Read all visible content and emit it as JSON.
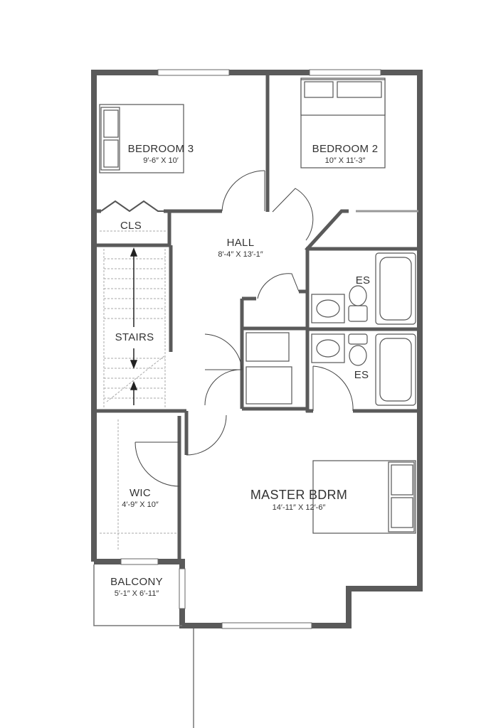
{
  "rooms": {
    "bedroom3": {
      "name": "BEDROOM 3",
      "dims": "9′-6″ X 10′"
    },
    "bedroom2": {
      "name": "BEDROOM 2",
      "dims": "10″ X 11′-3″"
    },
    "cls": {
      "name": "CLS"
    },
    "hall": {
      "name": "HALL",
      "dims": "8′-4″ X 13′-1″"
    },
    "es_upper": {
      "name": "ES"
    },
    "es_lower": {
      "name": "ES"
    },
    "stairs": {
      "name": "STAIRS"
    },
    "wic": {
      "name": "WIC",
      "dims": "4′-9″ X 10″"
    },
    "master": {
      "name": "MASTER BDRM",
      "dims": "14′-11″ X 12′-6″"
    },
    "balcony": {
      "name": "BALCONY",
      "dims": "5′-1″ X 6′-11″"
    }
  },
  "colors": {
    "wall": "#5a5a5a",
    "line": "#444444"
  }
}
